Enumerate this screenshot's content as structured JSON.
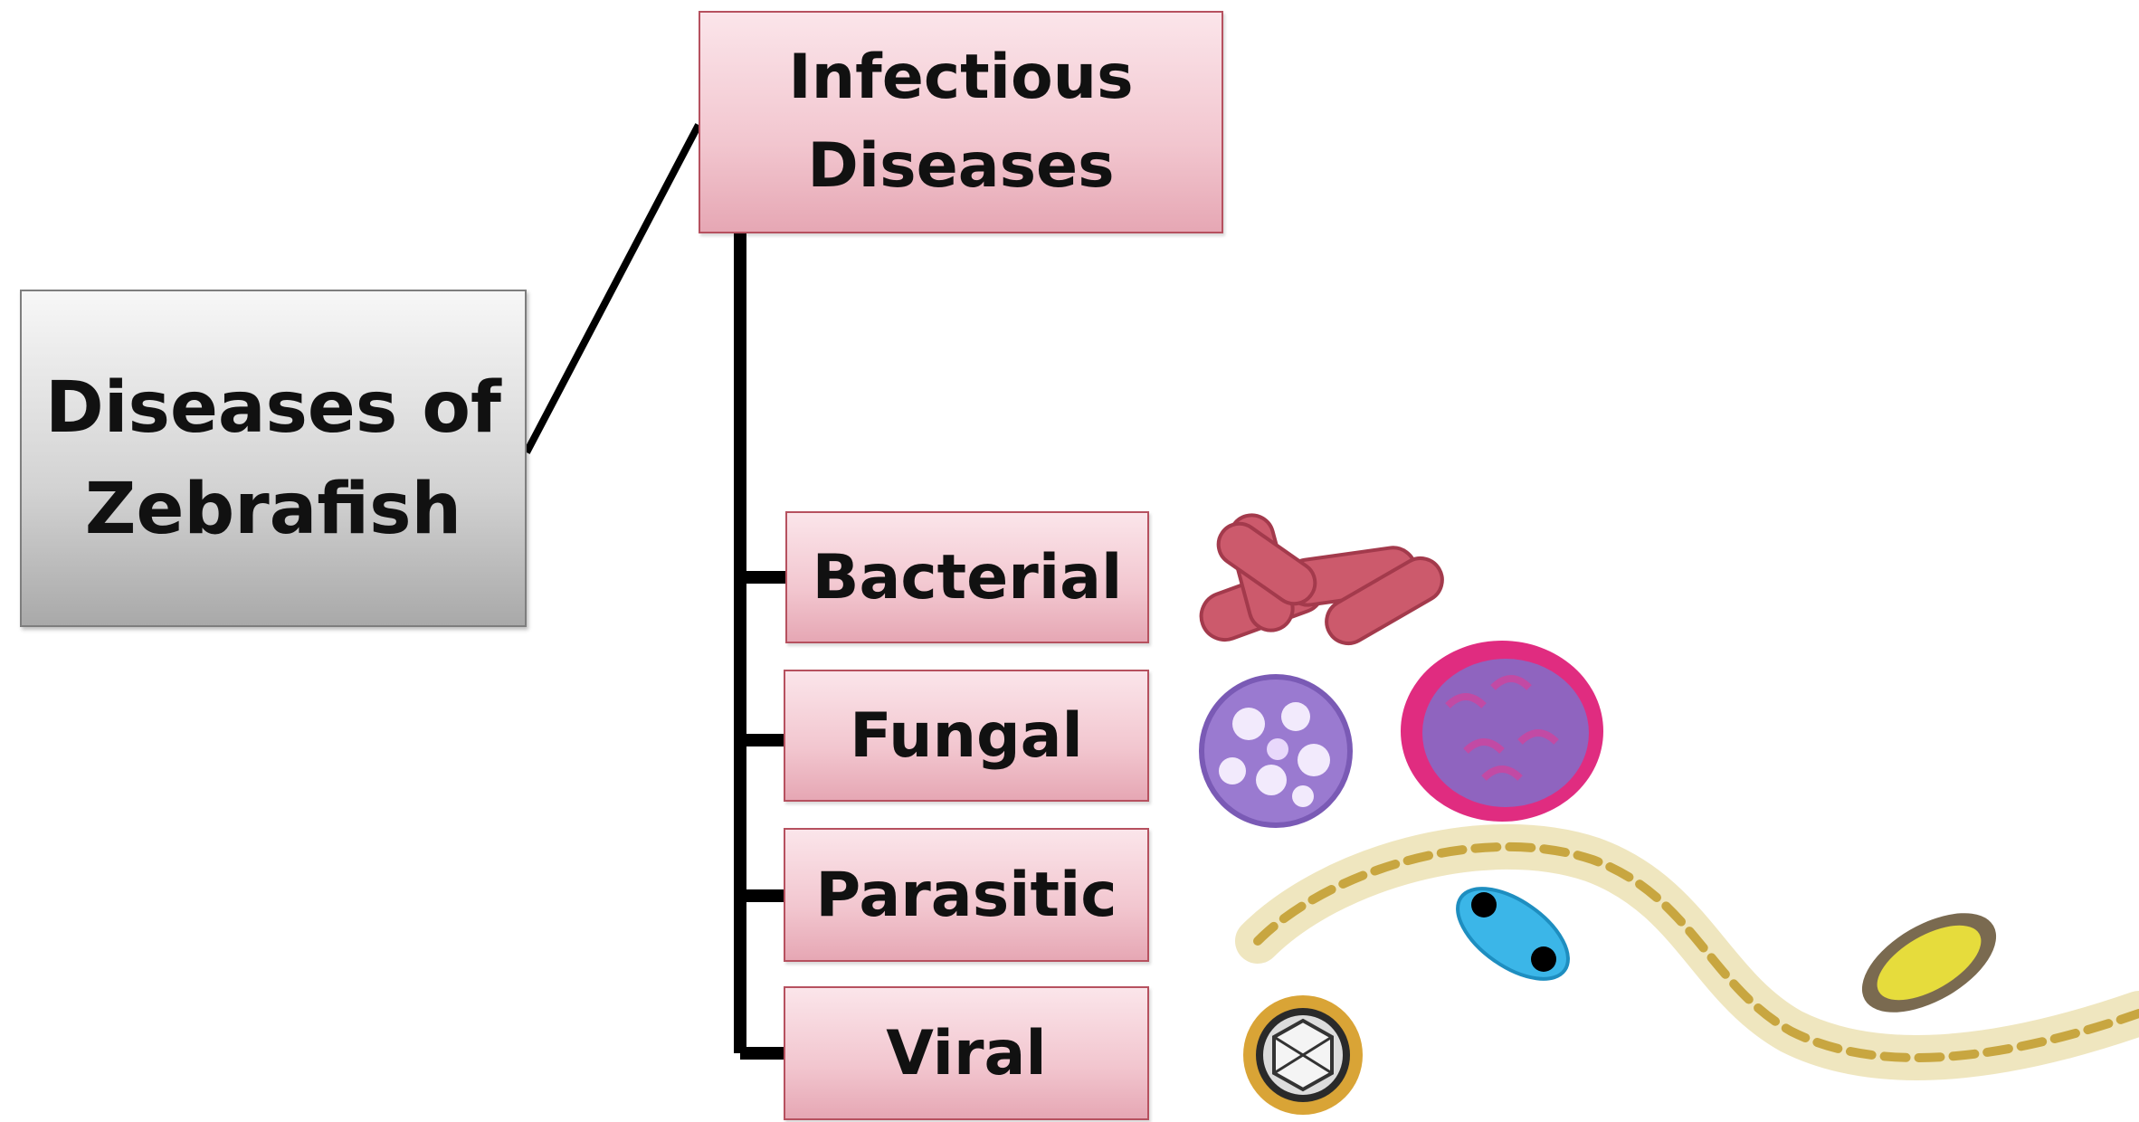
{
  "diagram": {
    "root": {
      "label": "Diseases of Zebrafish"
    },
    "branch": {
      "label": "Infectious Diseases"
    },
    "categories": [
      {
        "label": "Bacterial"
      },
      {
        "label": "Fungal"
      },
      {
        "label": "Parasitic"
      },
      {
        "label": "Viral"
      }
    ]
  },
  "colors": {
    "root_fill": "#d2d2d2",
    "node_fill": "#f2c6cf",
    "node_border": "#b6515f",
    "connector": "#000000"
  },
  "icons": [
    "bacteria-icon",
    "fungal-spore-icon",
    "fungal-cyst-icon",
    "parasite-worm-icon",
    "parasite-egg-icon",
    "virus-icon"
  ]
}
